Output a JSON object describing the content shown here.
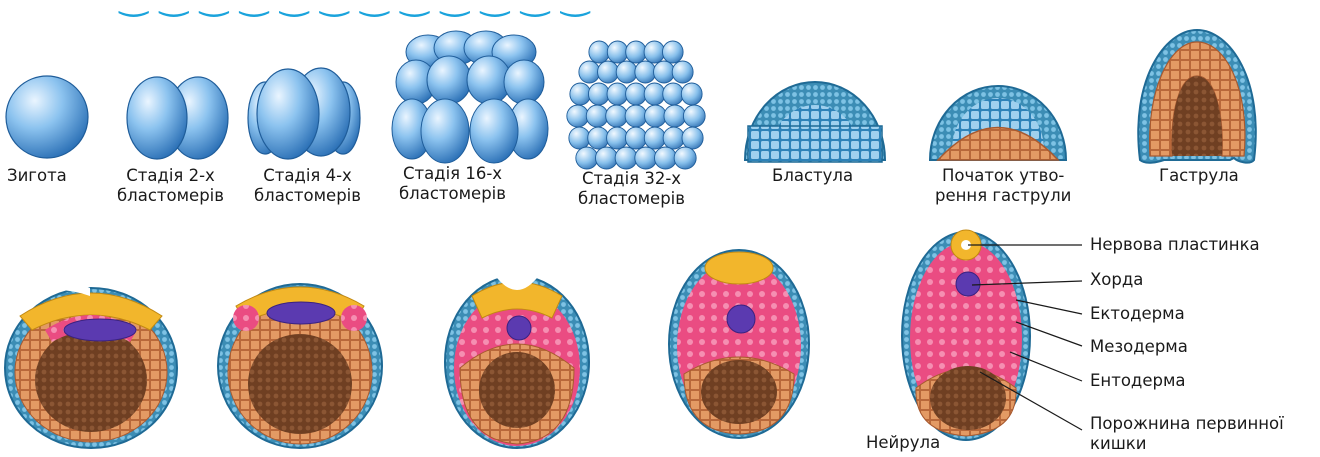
{
  "stages": [
    {
      "id": "zygote",
      "lines": [
        "Зигота"
      ]
    },
    {
      "id": "two",
      "lines": [
        "Стадія 2-х",
        "бластомерів"
      ]
    },
    {
      "id": "four",
      "lines": [
        "Стадія 4-х",
        "бластомерів"
      ]
    },
    {
      "id": "sixteen",
      "lines": [
        "Стадія 16-х",
        "бластомерів"
      ]
    },
    {
      "id": "thirtytwo",
      "lines": [
        "Стадія 32-х",
        "бластомерів"
      ]
    },
    {
      "id": "blastula",
      "lines": [
        "Бластула"
      ]
    },
    {
      "id": "early_gastrula",
      "lines": [
        "Початок утво-",
        "рення гаструли"
      ]
    },
    {
      "id": "gastrula",
      "lines": [
        "Гаструла"
      ]
    }
  ],
  "neurula_label": "Нейрула",
  "callouts": [
    {
      "id": "neural_plate",
      "lines": [
        "Нервова пластинка"
      ]
    },
    {
      "id": "notochord",
      "lines": [
        "Хорда"
      ]
    },
    {
      "id": "ectoderm",
      "lines": [
        "Ектодерма"
      ]
    },
    {
      "id": "mesoderm",
      "lines": [
        "Мезодерма"
      ]
    },
    {
      "id": "endoderm",
      "lines": [
        "Ентодерма"
      ]
    },
    {
      "id": "cavity",
      "lines": [
        "Порожнина первинної",
        "кишки"
      ]
    }
  ],
  "colors": {
    "blastomere": "#3b8fd6",
    "blastomere_light": "#cfe7fa",
    "ectoderm": "#2f7fa8",
    "mesoderm": "#e8417a",
    "endoderm": "#e59a63",
    "cavity": "#7a4a2a",
    "neural_plate": "#f0b020",
    "notochord": "#5a3aa8",
    "title": "#1aa3dc"
  }
}
